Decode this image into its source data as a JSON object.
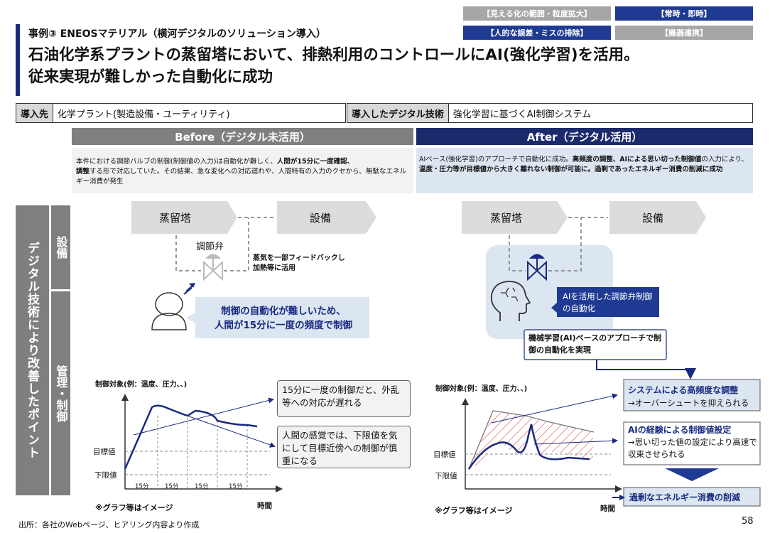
{
  "tags": {
    "scope": "【見える化の範囲・粒度拡大】",
    "realtime": "【常時・即時】",
    "error": "【人的な誤差・ミスの排除】",
    "device": "【機器連携】"
  },
  "case_label": "事例③ ENEOSマテリアル（横河デジタルのソリューション導入）",
  "headline_line1": "石油化学系プラントの蒸留塔において、排熱利用のコントロールにAI(強化学習)を活用。",
  "headline_line2": "従来実現が難しかった自動化に成功",
  "info": {
    "dest_label": "導入先",
    "dest_value": "化学プラント(製造設備・ユーティリティ)",
    "tech_label": "導入したデジタル技術",
    "tech_value": "強化学習に基づくAI制御システム"
  },
  "before": {
    "title": "Before（デジタル未活用）",
    "desc_pre": "本件における調節バルブの制御(制御値の入力)は自動化が難しく、",
    "desc_bold1": "人間が15分に一度確認、",
    "desc_bold2": "調整",
    "desc_post": "する形で対応していた。その結果、急な変化への対応遅れや、人間特有の入力のクセから、無駄なエネルギー消費が発生",
    "tower": "蒸留塔",
    "equipment": "設備",
    "valve": "調節弁",
    "feedback": "蒸気を一部フィードバックし加熱等に活用",
    "bubble_line1": "制御の自動化が難しいため、",
    "bubble_line2": "人間が15分に一度の頻度で制御",
    "graph_ylabel": "制御対象(例：温度、圧力、、)",
    "target": "目標値",
    "lower": "下限値",
    "time": "時間",
    "note": "※グラフ等はイメージ",
    "interval_labels": [
      "15分",
      "15分",
      "15分",
      "15分"
    ],
    "callout1": "15分に一度の制御だと、外乱等への対応が遅れる",
    "callout2": "人間の感覚では、下限値を気にして目標近傍への制御が慎重になる"
  },
  "after": {
    "title": "After（デジタル活用）",
    "desc_pre": "AIベース(強化学習)のアプローチで自動化に成功。",
    "desc_bold1": "高頻度の調整、AIによる思い切った制御値",
    "desc_mid": "の入力により、",
    "desc_bold2": "温度・圧力等が目標値から大きく離れない制御が可能に。過剰であったエネルギー消費の削減に成功",
    "tower": "蒸留塔",
    "equipment": "設備",
    "ai_box": "AIを活用した調節弁制御の自動化",
    "ml_box": "機械学習(AI)ベースのアプローチで制御の自動化を実現",
    "graph_ylabel": "制御対象(例：温度、圧力、、)",
    "target": "目標値",
    "lower": "下限値",
    "time": "時間",
    "note": "※グラフ等はイメージ",
    "r1_title": "システムによる高頻度な調整",
    "r1_body": "→オーバーシュートを抑えられる",
    "r2_title": "AIの経験による制御値設定",
    "r2_body": "→思い切った値の設定により高速で収束させられる",
    "r3": "過剰なエネルギー消費の削減"
  },
  "side_main": "デジタル技術により改善したポイント",
  "side_equip": "設備",
  "side_mgmt": "管理・制御",
  "footer": "出所：各社のWebページ、ヒアリング内容より作成",
  "page": "58"
}
